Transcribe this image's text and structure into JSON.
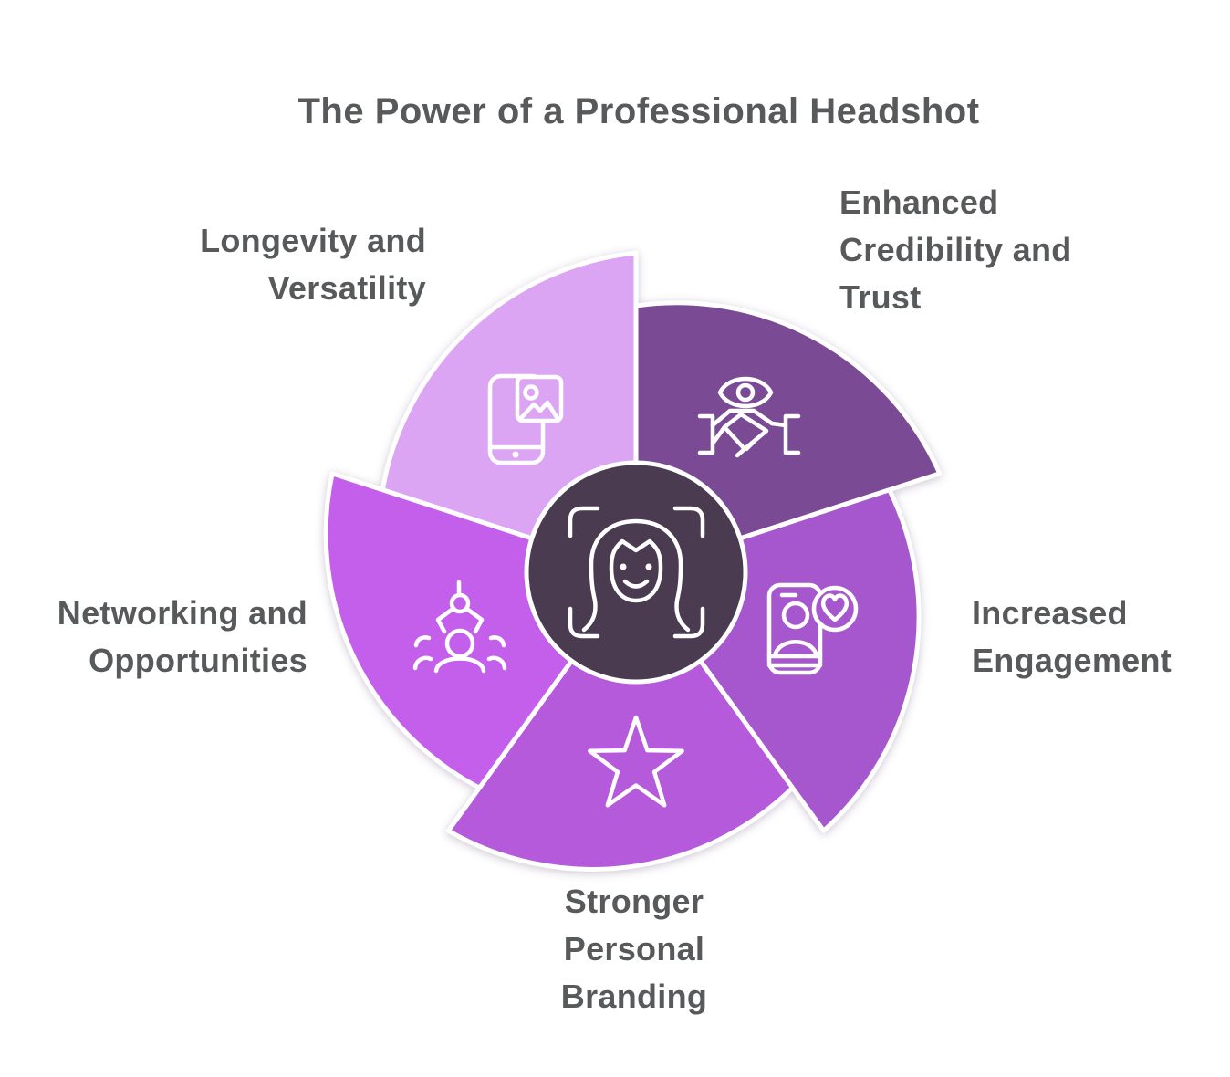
{
  "title": "The Power of a Professional Headshot",
  "colors": {
    "background": "#FFFFFF",
    "text": "#58595B",
    "divider_stroke": "#FFFFFF"
  },
  "diagram": {
    "center": {
      "color": "#4A3B50",
      "icon": "face-scan-icon"
    },
    "segments": [
      {
        "name": "longevity-versatility",
        "color": "#DCA5F4",
        "icon": "smartphone-photo-icon",
        "label_lines": [
          "Longevity and",
          "Versatility"
        ]
      },
      {
        "name": "enhanced-credibility-trust",
        "color": "#7B4A94",
        "icon": "eye-handshake-icon",
        "label_lines": [
          "Enhanced",
          "Credibility and",
          "Trust"
        ]
      },
      {
        "name": "increased-engagement",
        "color": "#A757CE",
        "icon": "phone-heart-icon",
        "label_lines": [
          "Increased",
          "Engagement"
        ]
      },
      {
        "name": "stronger-personal-branding",
        "color": "#B55ADA",
        "icon": "star-icon",
        "label_lines": [
          "Stronger",
          "Personal",
          "Branding"
        ]
      },
      {
        "name": "networking-opportunities",
        "color": "#C45FEC",
        "icon": "people-claw-icon",
        "label_lines": [
          "Networking and",
          "Opportunities"
        ]
      }
    ]
  }
}
